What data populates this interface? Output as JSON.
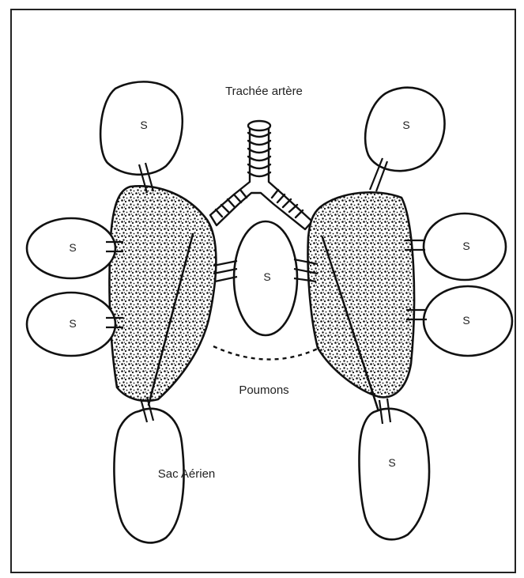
{
  "labels": {
    "trachea": "Trachée artère",
    "lungs": "Poumons",
    "air_sac": "Sac Aérien",
    "sac_symbol": "S"
  },
  "colors": {
    "ink": "#111111",
    "paper": "#ffffff",
    "frame": "#222222"
  }
}
